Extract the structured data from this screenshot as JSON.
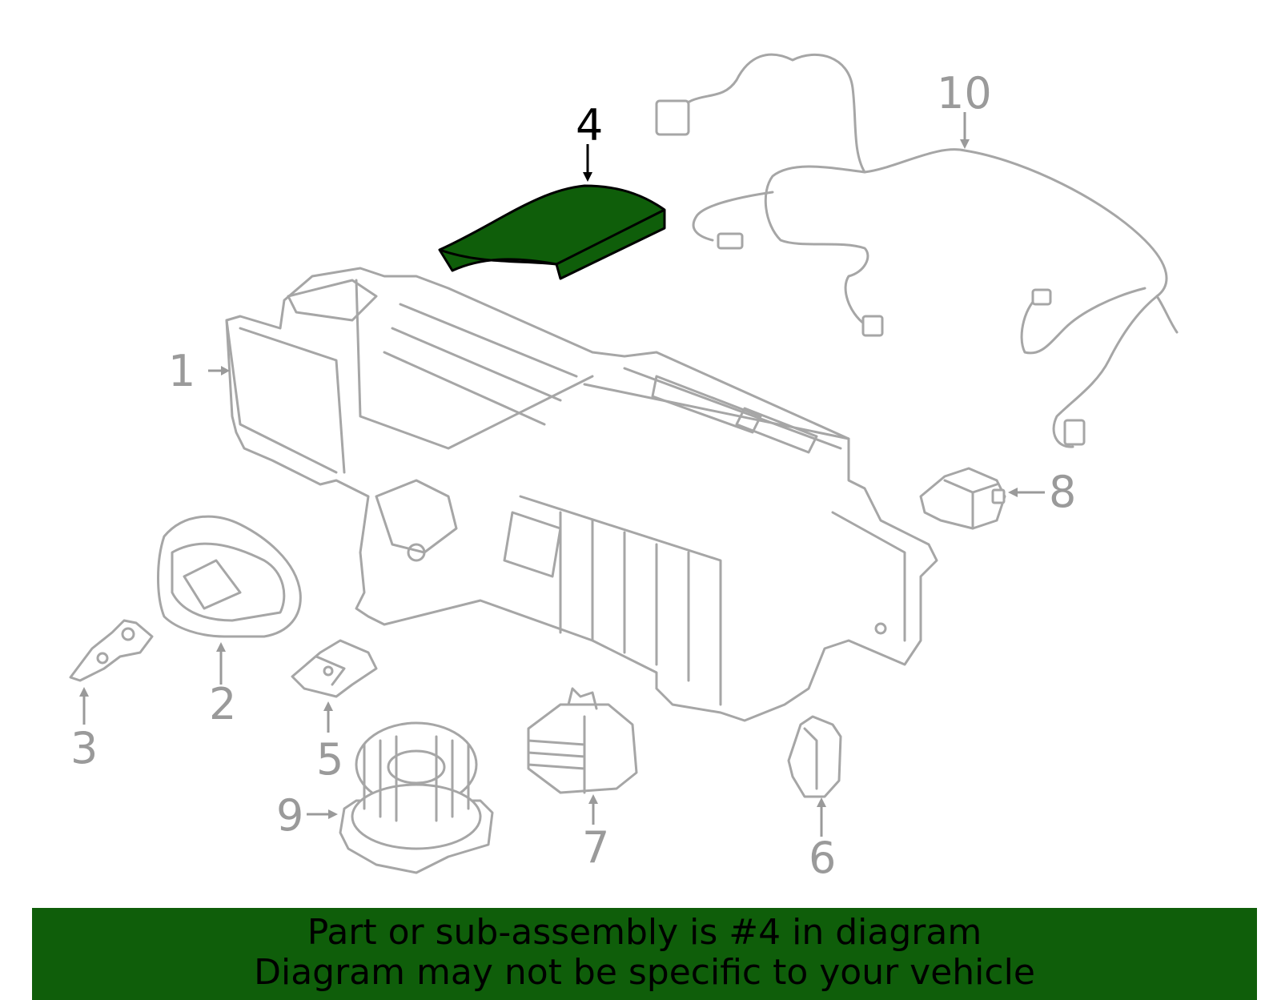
{
  "callouts": {
    "c1": "1",
    "c2": "2",
    "c3": "3",
    "c4": "4",
    "c5": "5",
    "c6": "6",
    "c7": "7",
    "c8": "8",
    "c9": "9",
    "c10": "10"
  },
  "highlighted_part": "4",
  "colors": {
    "highlight": "#0f5e0a",
    "banner": "#0f5e0a",
    "outline": "#a6a6a6",
    "callout_text": "#9a9a9a"
  },
  "banner": {
    "line1": "Part or sub-assembly is #4 in diagram",
    "line2": "Diagram may not be specific to your vehicle"
  }
}
